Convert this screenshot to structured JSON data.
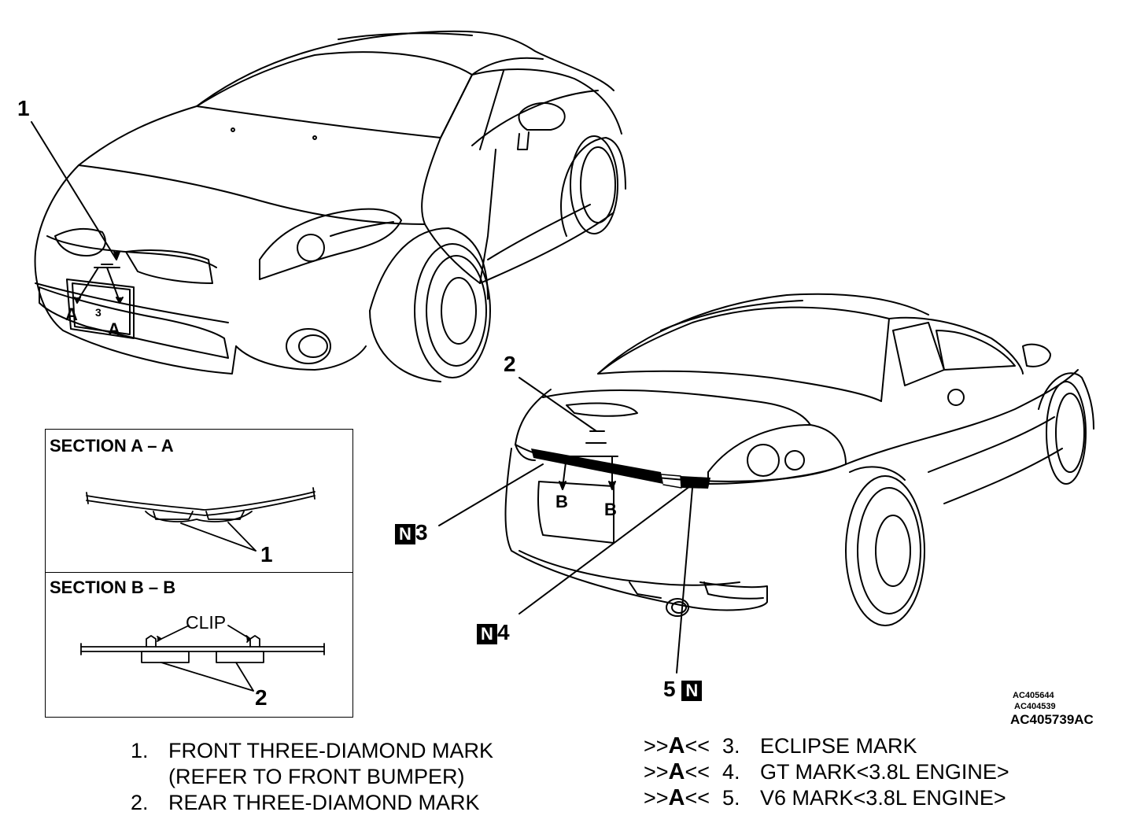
{
  "callouts": {
    "front_1": "1",
    "rear_2": "2",
    "eclipse_3": "3",
    "gt_4": "4",
    "v6_5": "5",
    "n_badge": "N"
  },
  "section_markers": {
    "a": "A",
    "b": "B",
    "plate_digit": "3"
  },
  "sections": [
    {
      "title": "SECTION A – A",
      "callout": "1"
    },
    {
      "title": "SECTION B – B",
      "callout": "2",
      "clip_label": "CLIP"
    }
  ],
  "figure_codes": [
    "AC405644",
    "AC404539",
    "AC405739AC"
  ],
  "legend_left": [
    {
      "num": "1.",
      "text": "FRONT THREE-DIAMOND MARK"
    },
    {
      "num": "",
      "text": "(REFER TO FRONT BUMPER)"
    },
    {
      "num": "2.",
      "text": "REAR THREE-DIAMOND MARK"
    }
  ],
  "legend_right": [
    {
      "prefix": ">>",
      "letter": "A",
      "suffix": "<<",
      "num": "3.",
      "text": "ECLIPSE MARK"
    },
    {
      "prefix": ">>",
      "letter": "A",
      "suffix": "<<",
      "num": "4.",
      "text": "GT MARK<3.8L ENGINE>"
    },
    {
      "prefix": ">>",
      "letter": "A",
      "suffix": "<<",
      "num": "5.",
      "text": "V6 MARK<3.8L ENGINE>"
    }
  ]
}
